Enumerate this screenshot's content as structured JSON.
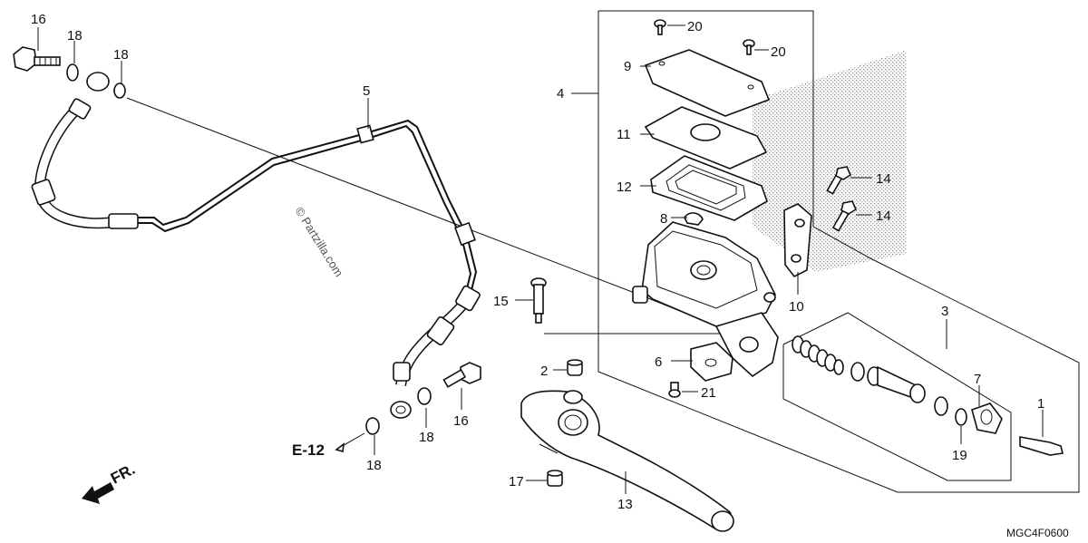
{
  "diagram": {
    "labels": {
      "l1": "1",
      "l2": "2",
      "l3": "3",
      "l4": "4",
      "l5": "5",
      "l6": "6",
      "l7": "7",
      "l8": "8",
      "l9": "9",
      "l10": "10",
      "l11": "11",
      "l12": "12",
      "l13": "13",
      "l14a": "14",
      "l14b": "14",
      "l15": "15",
      "l16a": "16",
      "l16b": "16",
      "l17": "17",
      "l18a": "18",
      "l18b": "18",
      "l18c": "18",
      "l18d": "18",
      "l19": "19",
      "l20a": "20",
      "l20b": "20",
      "l21": "21"
    },
    "reference": "E-12",
    "direction": "FR.",
    "watermark": "© Partzilla.com",
    "code": "MGC4F0600"
  }
}
